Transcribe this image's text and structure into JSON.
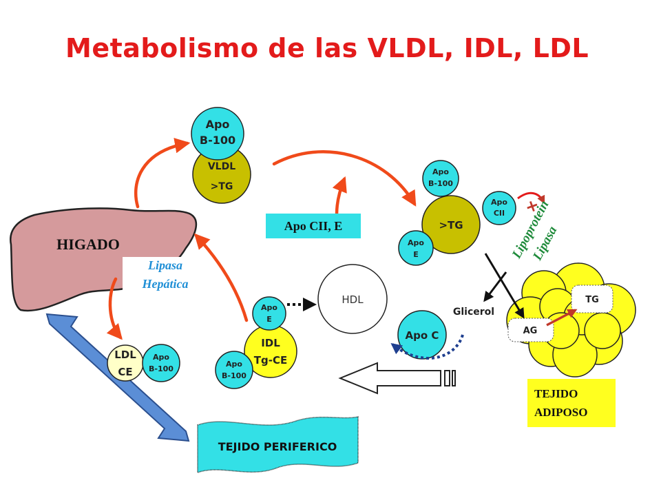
{
  "title": "Metabolismo de las VLDL, IDL, LDL",
  "liver": {
    "label": "HIGADO",
    "lipase_line1": "Lipasa",
    "lipase_line2": "Hepática"
  },
  "vldl": {
    "apo_line1": "Apo",
    "apo_line2": "B-100",
    "line1": "VLDL",
    "line2": ">TG"
  },
  "apo_cii_e": "Apo CII, E",
  "tg_particle": {
    "label": ">TG",
    "apo_b_line1": "Apo",
    "apo_b_line2": "B-100",
    "apo_cii_line1": "Apo",
    "apo_cii_line2": "CII",
    "apo_e_line1": "Apo",
    "apo_e_line2": "E"
  },
  "lipoprotein_lipase": {
    "line1": "Lipoprotein",
    "line2": "Lipasa",
    "sign": "+"
  },
  "hdl": "HDL",
  "apo_c": "Apo C",
  "glicerol": "Glicerol",
  "adipose": {
    "tg": "TG",
    "ag": "AG",
    "label_line1": "TEJIDO",
    "label_line2": "ADIPOSO"
  },
  "idl": {
    "line1": "IDL",
    "line2": "Tg-CE",
    "apo_e_line1": "Apo",
    "apo_e_line2": "E",
    "apo_b_line1": "Apo",
    "apo_b_line2": "B-100"
  },
  "ldl": {
    "line1": "LDL",
    "line2": "CE",
    "apo_line1": "Apo",
    "apo_line2": "B-100"
  },
  "peripheral": "TEJIDO PERIFERICO",
  "colors": {
    "title": "#e31b1b",
    "arrow": "#f04a1a",
    "apo": "#33e0e6",
    "core": "#c8c000",
    "adipose": "#ffff1f",
    "liver": "#d59a9c",
    "lipase_blue": "#1f8fd6",
    "lipase_green": "#1e8a3a"
  }
}
